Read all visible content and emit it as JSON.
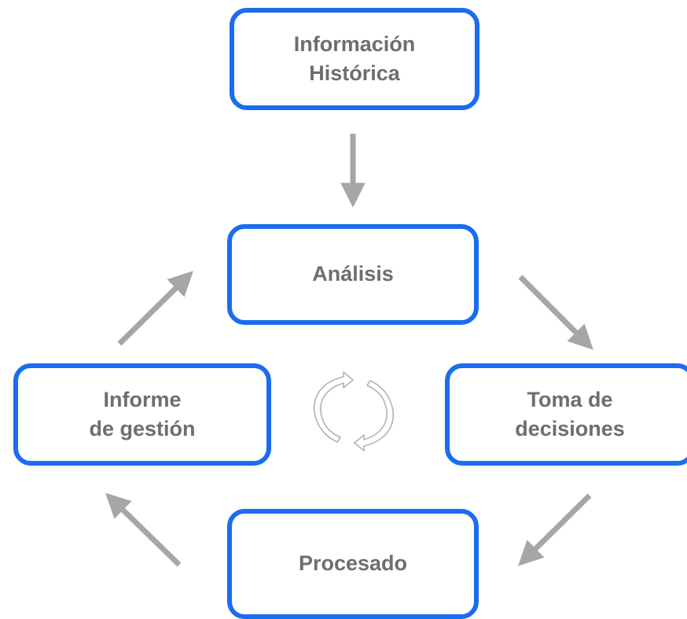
{
  "diagram": {
    "nodes": {
      "historica": {
        "label": "Información\nHistórica"
      },
      "analisis": {
        "label": "Análisis"
      },
      "toma": {
        "label": "Toma de\ndecisiones"
      },
      "informe": {
        "label": "Informe\nde gestión"
      },
      "procesado": {
        "label": "Procesado"
      }
    },
    "edges": [
      {
        "from": "historica",
        "to": "analisis"
      },
      {
        "from": "analisis",
        "to": "toma"
      },
      {
        "from": "toma",
        "to": "procesado"
      },
      {
        "from": "procesado",
        "to": "informe"
      },
      {
        "from": "informe",
        "to": "analisis"
      }
    ],
    "center_icon": "cycle-arrows-icon",
    "colors": {
      "node_border": "#1a6cf0",
      "node_text": "#6e6e6e",
      "arrow": "#a6a6a6",
      "cycle_icon": "#b3b3b3"
    }
  }
}
